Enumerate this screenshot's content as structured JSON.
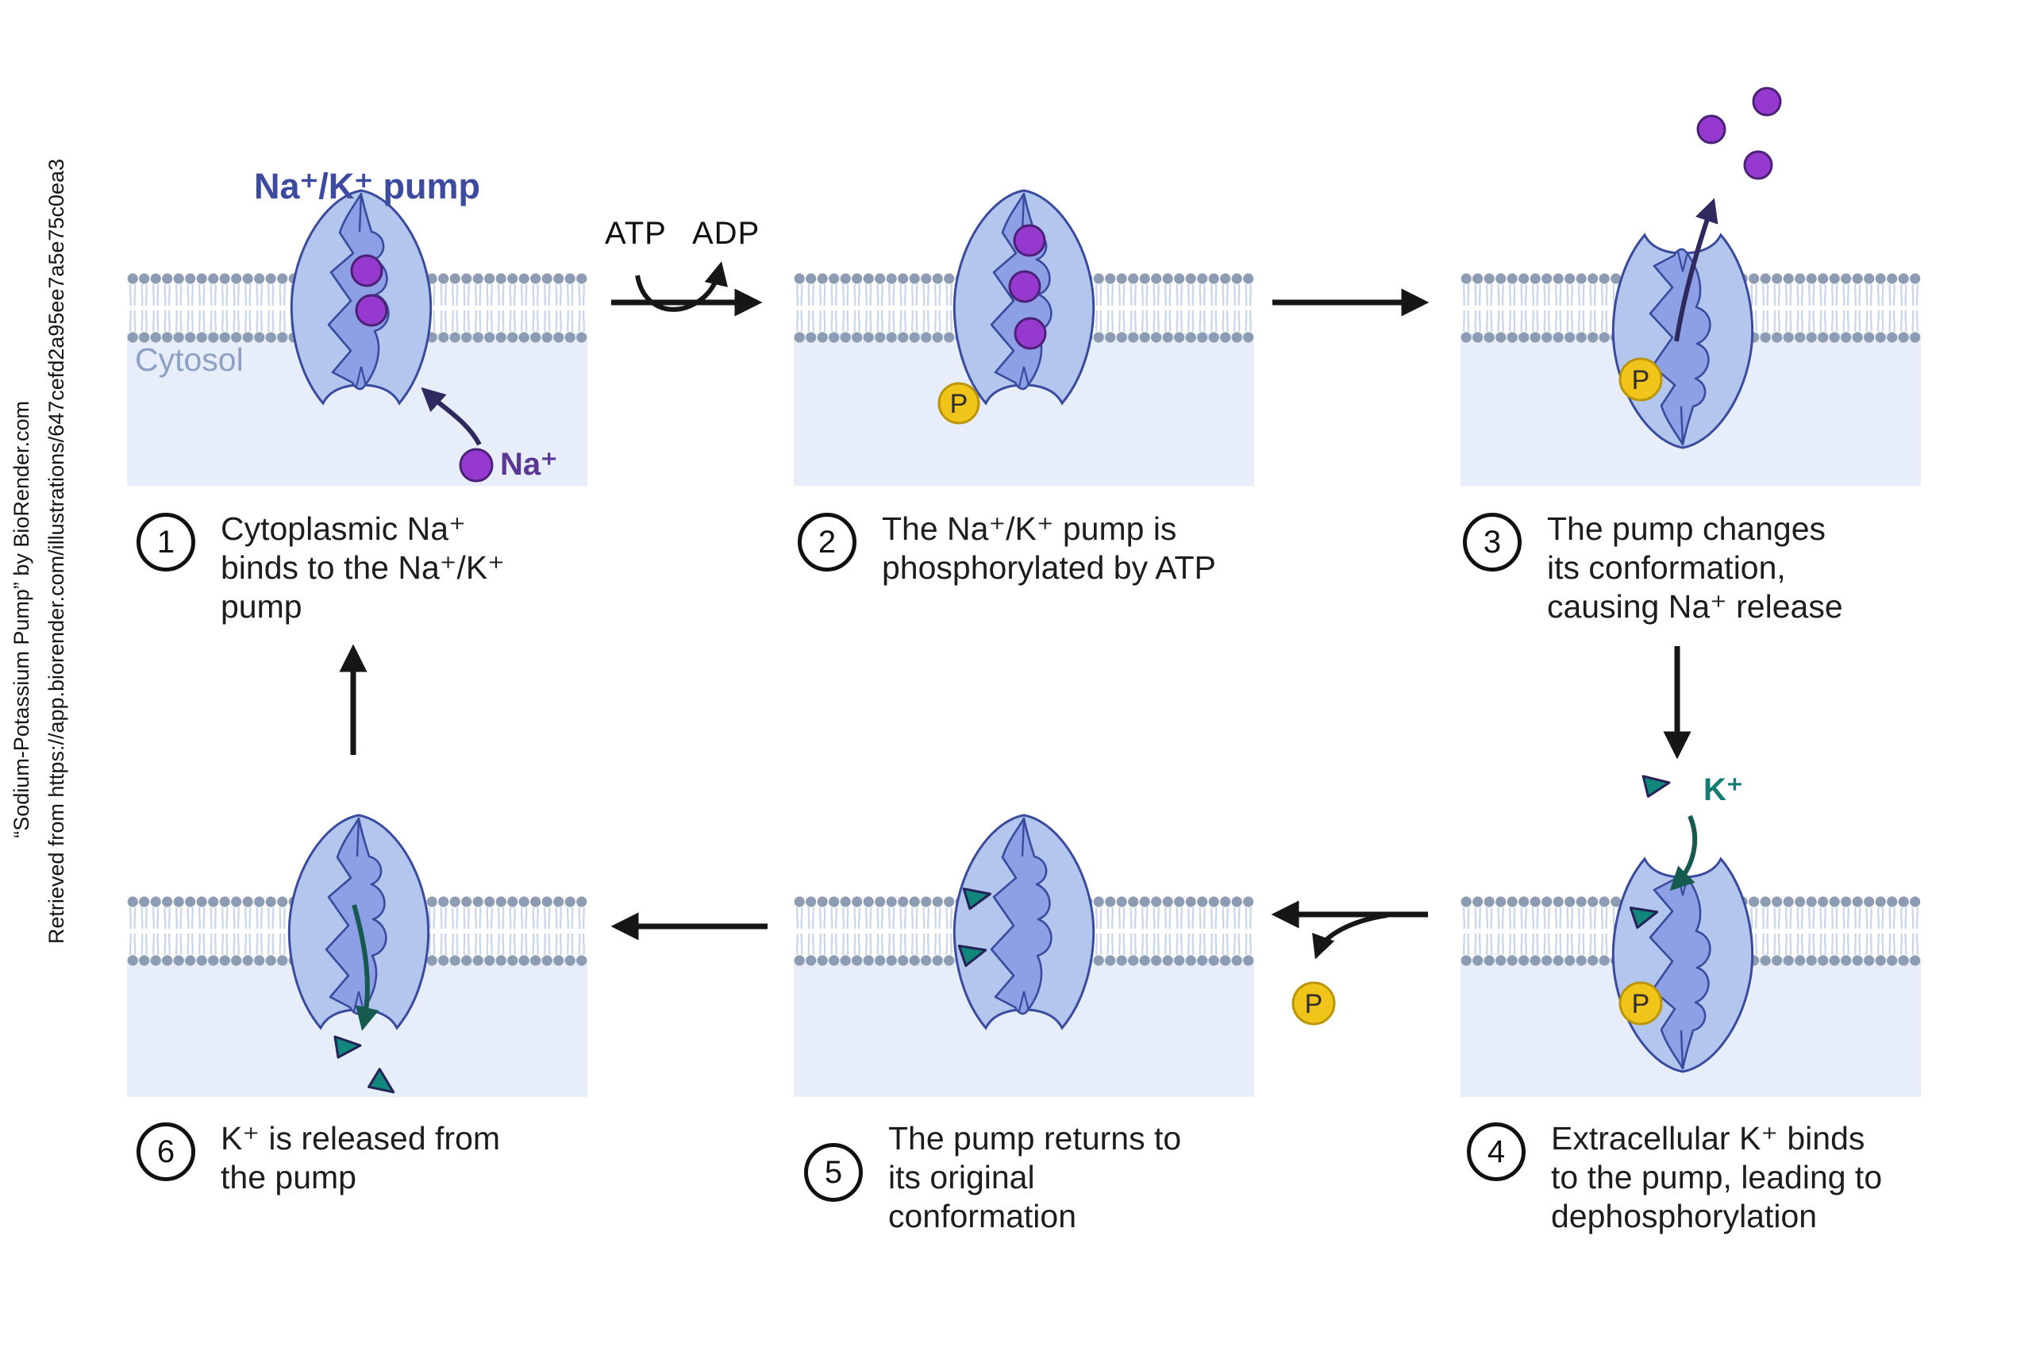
{
  "attribution": {
    "line1": "“Sodium-Potassium Pump” by BioRender.com",
    "line2": "Retrieved from https://app.biorender.com/illustrations/647cefd2a95ee7a5e75c0ea3"
  },
  "title": "Na⁺/K⁺ pump",
  "cytosol_label": "Cytosol",
  "reaction": {
    "atp": "ATP",
    "adp": "ADP"
  },
  "ions": {
    "na_label": "Na⁺",
    "k_label": "K⁺",
    "phosphate_label": "P"
  },
  "steps": [
    {
      "number": "1",
      "lines": [
        "Cytoplasmic Na⁺",
        "binds to the Na⁺/K⁺",
        "pump"
      ],
      "text": "Cytoplasmic Na⁺ binds to the Na⁺/K⁺ pump"
    },
    {
      "number": "2",
      "lines": [
        "The Na⁺/K⁺ pump is",
        "phosphorylated by ATP"
      ],
      "text": "The Na⁺/K⁺ pump is phosphorylated by ATP"
    },
    {
      "number": "3",
      "lines": [
        "The pump changes",
        "its conformation,",
        "causing Na⁺ release"
      ],
      "text": "The pump changes its conformation, causing Na⁺ release"
    },
    {
      "number": "4",
      "lines": [
        "Extracellular K⁺ binds",
        "to the pump, leading to",
        "dephosphorylation"
      ],
      "text": "Extracellular K⁺ binds to the pump, leading to dephosphorylation"
    },
    {
      "number": "5",
      "lines": [
        "The pump returns to",
        "its original",
        "conformation"
      ],
      "text": "The pump returns to its original conformation"
    },
    {
      "number": "6",
      "lines": [
        "K⁺ is released from",
        "the pump"
      ],
      "text": "K⁺ is released from the pump"
    }
  ],
  "colors": {
    "na_ion": "#9639cf",
    "na_ion_stroke": "#4b2178",
    "k_ion": "#11877b",
    "k_ion_stroke": "#232258",
    "phosphate": "#f0c419",
    "phosphate_stroke": "#b99508",
    "pump_body": "#b2c6ee",
    "pump_channel": "#8da0e5",
    "pump_outline": "#3a4a9d",
    "membrane_head": "#8d9cb2",
    "membrane_tail": "#c8d5eb",
    "cytosol_fill": "#e7eefa",
    "title_text": "#3c4ba0",
    "arrow": "#161616",
    "na_arrow": "#2f2a5d",
    "k_arrow": "#16594f"
  }
}
